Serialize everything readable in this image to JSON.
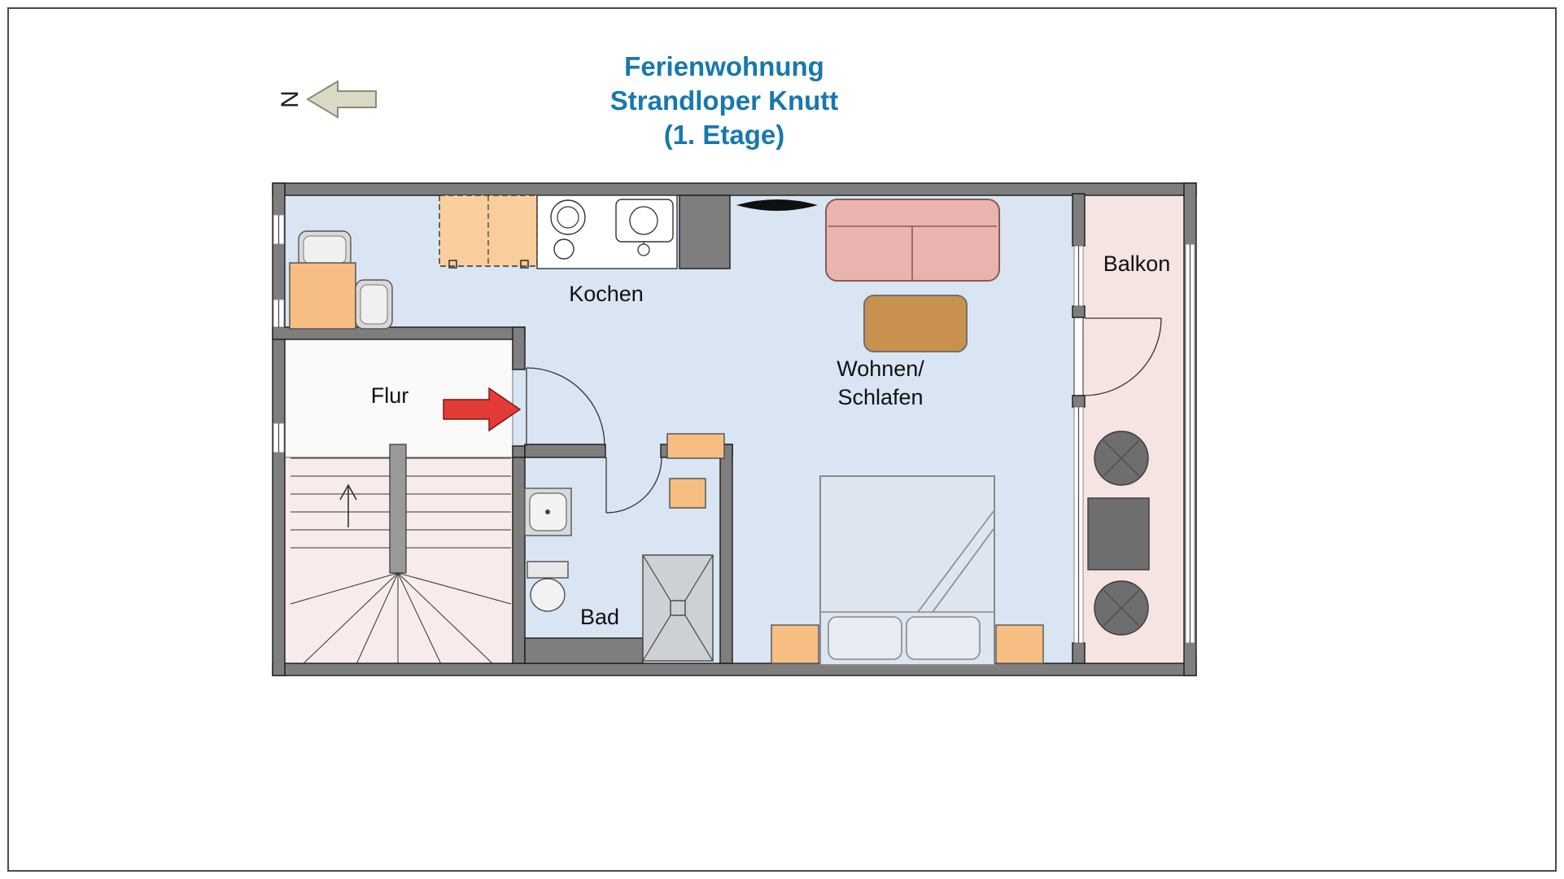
{
  "title": {
    "line1": "Ferienwohnung",
    "line2": "Strandloper Knutt",
    "line3": "(1. Etage)"
  },
  "compass": {
    "label": "N"
  },
  "rooms": {
    "kitchen": {
      "label": "Kochen"
    },
    "hall": {
      "label": "Flur"
    },
    "bath": {
      "label": "Bad"
    },
    "living": {
      "label_line1": "Wohnen/",
      "label_line2": "Schlafen"
    },
    "balcony": {
      "label": "Balkon"
    }
  },
  "colors": {
    "title_blue": "#1878AE",
    "wall_gray": "#7E7E7E",
    "floor_main": "#D9E5F2",
    "floor_balcony": "#F6E4E2",
    "floor_hall": "#FCFAF8",
    "floor_stairs": "#F7ECE9",
    "furniture_orange": "#F6BE83",
    "kitchen_unit_orange": "#F9CD9C",
    "sofa_pink": "#E9B3B0",
    "table_brown": "#C9914F",
    "bed_blue": "#DDE5F0",
    "balcony_furniture_gray": "#6E6E6E",
    "entrance_arrow_red": "#E23B38",
    "north_arrow_beige": "#D9D9C6"
  }
}
